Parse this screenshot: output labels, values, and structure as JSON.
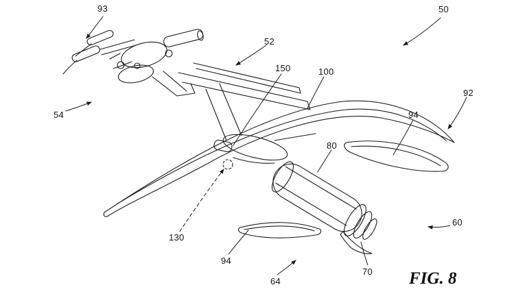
{
  "colors": {
    "ink": "#1a1a1a",
    "background": "#ffffff"
  },
  "figure": {
    "caption": "FIG. 8",
    "labels": [
      {
        "ref": "93"
      },
      {
        "ref": "50"
      },
      {
        "ref": "52"
      },
      {
        "ref": "150"
      },
      {
        "ref": "100"
      },
      {
        "ref": "92"
      },
      {
        "ref": "94"
      },
      {
        "ref": "54"
      },
      {
        "ref": "80"
      },
      {
        "ref": "60"
      },
      {
        "ref": "130"
      },
      {
        "ref": "94"
      },
      {
        "ref": "70"
      },
      {
        "ref": "64"
      }
    ]
  }
}
